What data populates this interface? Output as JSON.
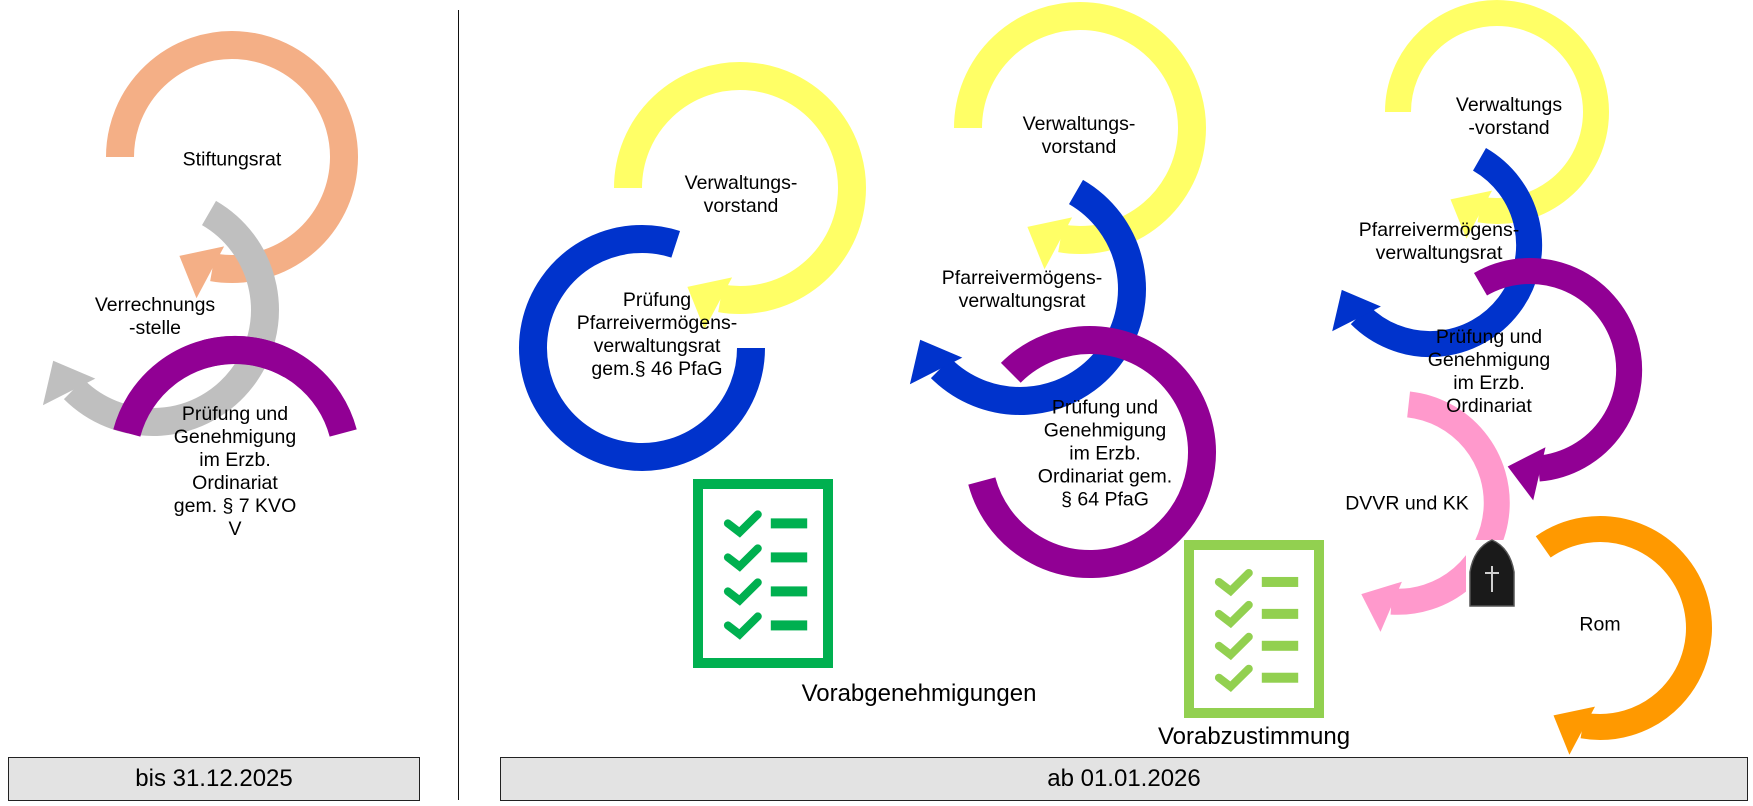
{
  "periods": {
    "before": "bis 31.12.2025",
    "after": "ab 01.01.2026"
  },
  "old_process": {
    "step1": "Stiftungsrat",
    "step2": "Verrechnungs\n-stelle",
    "step3": "Prüfung und\nGenehmigung\nim Erzb.\nOrdinariat\ngem. § 7 KVO\nV"
  },
  "flow_a": {
    "step1": "Verwaltungs-\nvorstand",
    "step2": "Prüfung\nPfarreivermögens-\nverwaltungsrat\ngem.§ 46 PfaG",
    "result": "Vorabgenehmigungen",
    "result_icon": "checklist-icon"
  },
  "flow_b": {
    "step1": "Verwaltungs-\nvorstand",
    "step2": "Pfarreivermögens-\nverwaltungsrat",
    "step3": "Prüfung und\nGenehmigung\nim Erzb.\nOrdinariat gem.\n§ 64 PfaG",
    "result": "Vorabzustimmung",
    "result_icon": "checklist-icon"
  },
  "flow_c": {
    "step1": "Verwaltungs\n-vorstand",
    "step2": "Pfarreivermögens-\nverwaltungsrat",
    "step3": "Prüfung und\nGenehmigung\nim Erzb.\nOrdinariat",
    "step4": "DVVR und KK",
    "step5": "Rom",
    "step5_icon": "bishop-mitre-icon"
  },
  "colors": {
    "salmon": "#F4AF86",
    "gray": "#BFBFBF",
    "purple": "#910094",
    "yellow": "#FFFF66",
    "blue": "#0033CC",
    "pink": "#FF99CC",
    "orange": "#FF9900",
    "green_dark": "#00B050",
    "green_light": "#92D050"
  }
}
